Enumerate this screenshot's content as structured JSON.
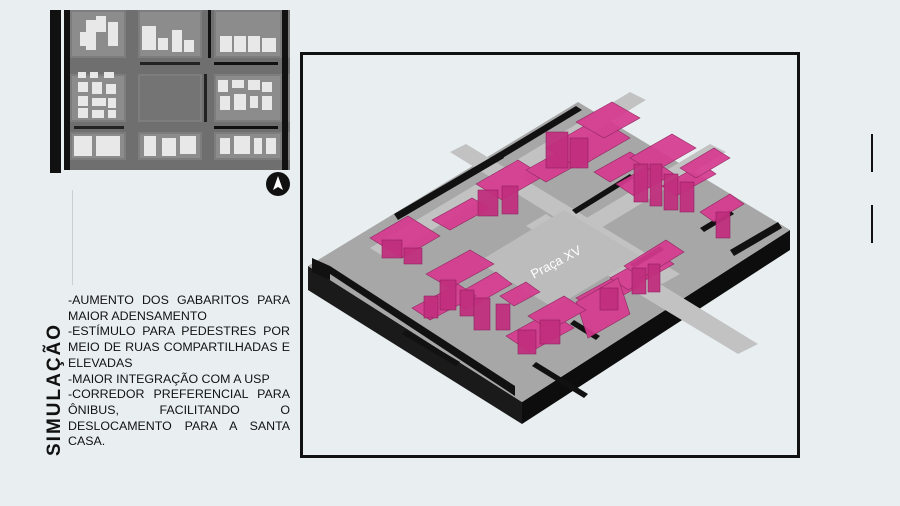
{
  "sidebar": {
    "title": "SIMULAÇÃO"
  },
  "notes": [
    "-AUMENTO DOS GABARITOS PARA MAIOR ADENSAMENTO",
    "-ESTÍMULO PARA PEDESTRES POR MEIO DE RUAS COMPARTILHADAS E ELEVADAS",
    "-MAIOR INTEGRAÇÃO COM A USP",
    "-CORREDOR PREFERENCIAL PARA ÔNIBUS, FACILITANDO O DESLOCAMENTO PARA A SANTA CASA."
  ],
  "model": {
    "square_label": "Praça XV"
  },
  "icons": {
    "compass": "north-arrow-icon"
  },
  "colors": {
    "background": "#e9eff1",
    "ink": "#111111",
    "building_pink": "#d63a8f",
    "plan_gray": "#8a8a8a",
    "block_gray": "#a9a9a9"
  }
}
